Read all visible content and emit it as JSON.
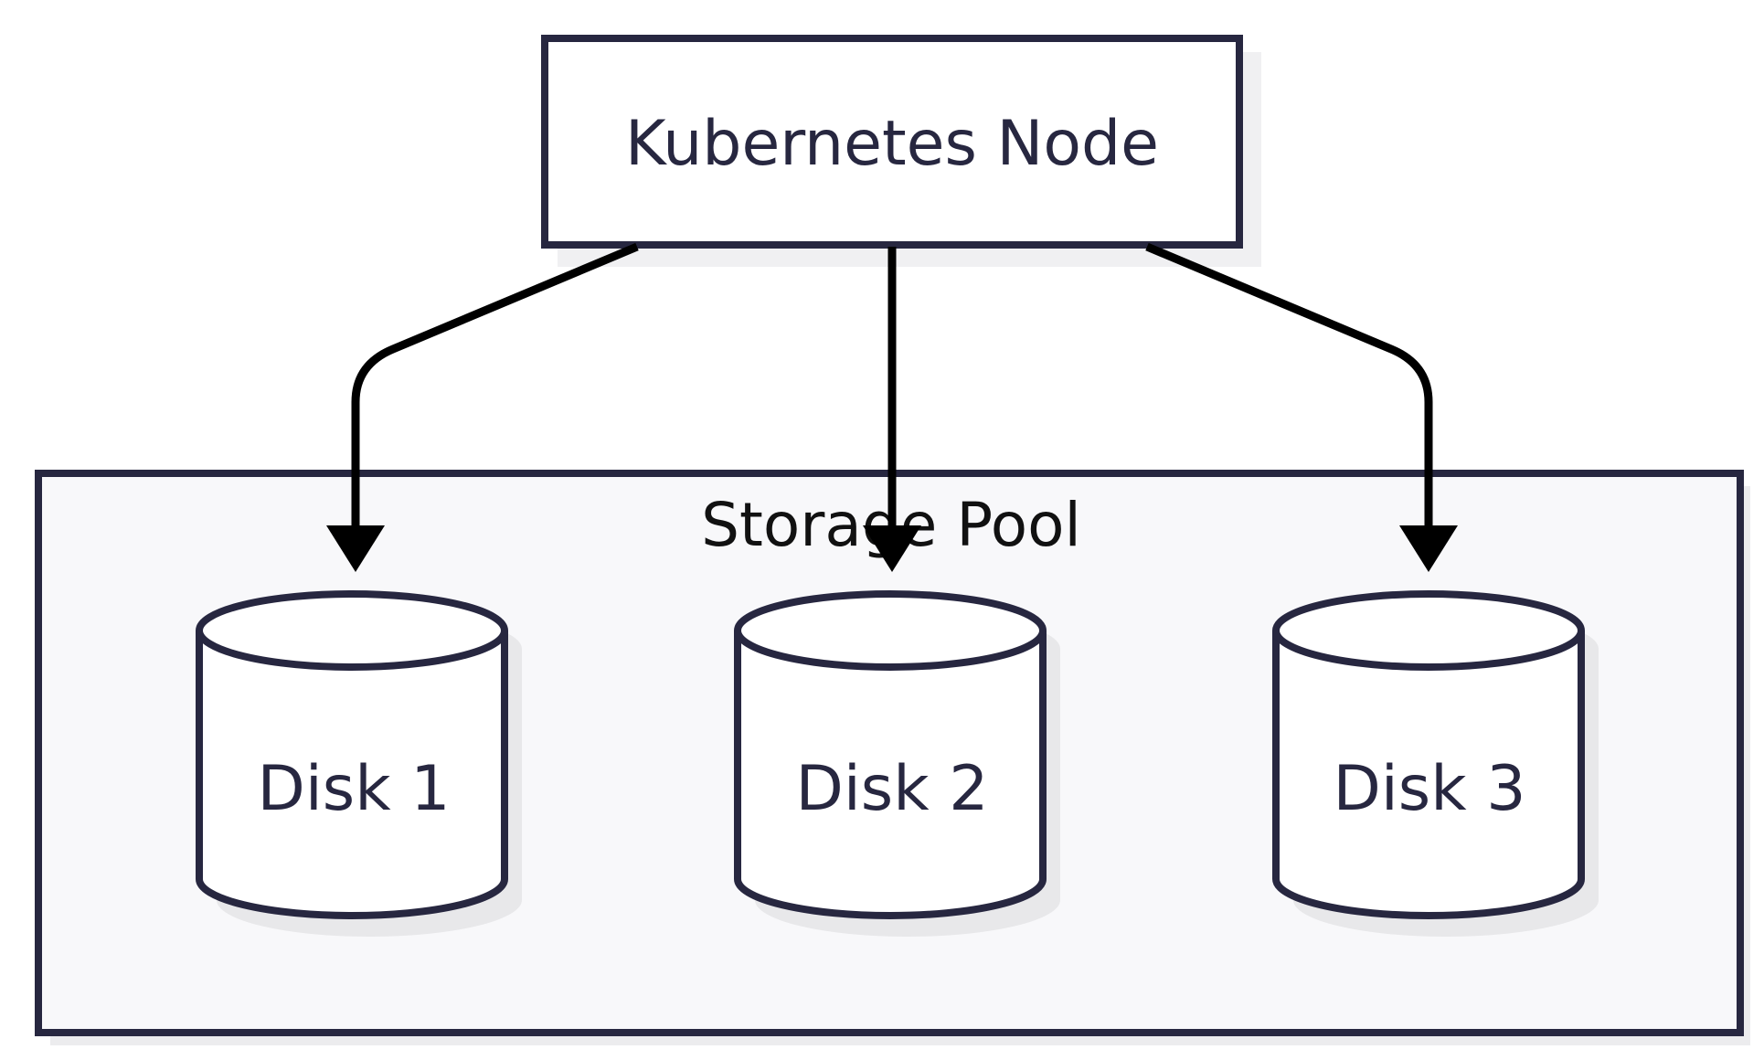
{
  "diagram": {
    "top_node": {
      "label": "Kubernetes Node"
    },
    "group": {
      "label": "Storage Pool"
    },
    "disks": [
      {
        "label": "Disk 1"
      },
      {
        "label": "Disk 2"
      },
      {
        "label": "Disk 3"
      }
    ],
    "edges": [
      {
        "from": "Kubernetes Node",
        "to": "Disk 1"
      },
      {
        "from": "Kubernetes Node",
        "to": "Disk 2"
      },
      {
        "from": "Kubernetes Node",
        "to": "Disk 3"
      }
    ]
  },
  "colors": {
    "stroke": "#272740",
    "arrow": "#000000",
    "pool_fill": "#f8f8fa",
    "node_fill": "#ffffff",
    "shadow": "#e8e8ea"
  }
}
